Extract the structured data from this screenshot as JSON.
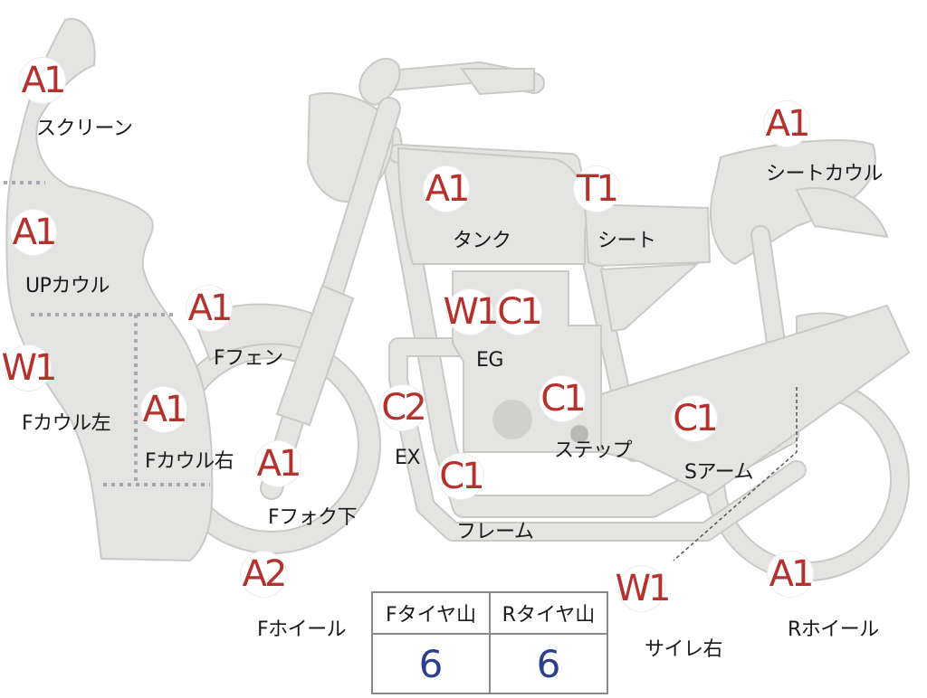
{
  "labels": {
    "screen": "スクリーン",
    "up_cowl": "UPカウル",
    "f_cowl_left": "Fカウル左",
    "f_cowl_right": "Fカウル右",
    "f_fender": "Fフェン",
    "f_fork_lower": "Fフォク下",
    "f_wheel": "Fホイール",
    "tank": "タンク",
    "seat": "シート",
    "seat_cowl": "シートカウル",
    "engine": "EG",
    "exhaust": "EX",
    "step": "ステップ",
    "frame": "フレーム",
    "swing_arm": "Sアーム",
    "silencer_right": "サイレ右",
    "r_wheel": "Rホイール"
  },
  "codes": {
    "screen": "A1",
    "up_cowl": "A1",
    "f_cowl_left": "W1",
    "f_cowl_right": "A1",
    "f_fender": "A1",
    "f_fork_lower": "A1",
    "f_wheel": "A2",
    "tank": "A1",
    "seat": "T1",
    "seat_cowl": "A1",
    "engine_w": "W1",
    "engine_c": "C1",
    "exhaust": "C2",
    "step": "C1",
    "frame": "C1",
    "swing_arm": "C1",
    "silencer_right": "W1",
    "r_wheel": "A1"
  },
  "tread": {
    "headers": [
      "Fタイヤ山",
      "Rタイヤ山"
    ],
    "values": [
      "6",
      "6"
    ]
  },
  "colors": {
    "code_text": "#b3322e",
    "tread_value": "#2b3f8a",
    "part_fill": "#e4e4e2",
    "cowl_divider": "#a7a9b1"
  }
}
